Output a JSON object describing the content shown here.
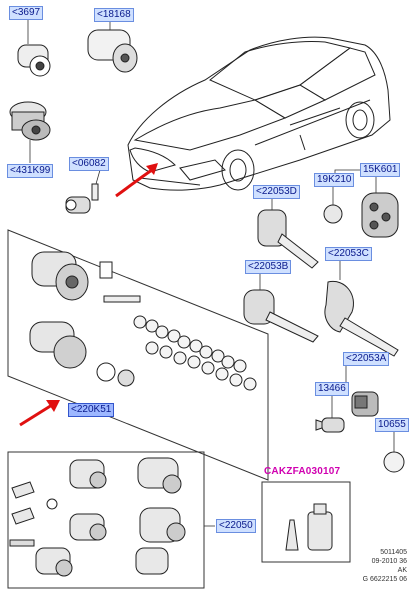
{
  "callouts": {
    "c3697": "<3697",
    "c18168": "<18168",
    "c431k99": "<431K99",
    "c06082": "<06082",
    "c22053d": "<22053D",
    "c19k210": "19K210",
    "c15k601": "15K601",
    "c22053b": "<22053B",
    "c22053c": "<22053C",
    "c22053a": "<22053A",
    "c13466": "13466",
    "c10655": "10655",
    "c220k51": "<220K51",
    "c22050": "<22050"
  },
  "kit_code": "CAKZFA030107",
  "footer": {
    "line1": "5011405",
    "line2": "09-2010 36",
    "line3": "AK",
    "line4": "G 6622215 06"
  },
  "colors": {
    "callout_bg": "#cfe0ff",
    "callout_text": "#0a1a8c",
    "arrow_red": "#e01010",
    "kit_pink": "#d000b0"
  }
}
